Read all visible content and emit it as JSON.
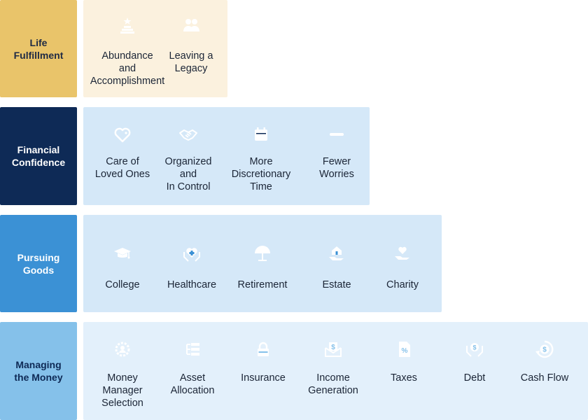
{
  "tiers": [
    {
      "line1": "Life",
      "line2": "Fulfillment"
    },
    {
      "line1": "Financial",
      "line2": "Confidence"
    },
    {
      "line1": "Pursuing",
      "line2": "Goods"
    },
    {
      "line1": "Managing",
      "line2": "the Money"
    }
  ],
  "row1": [
    {
      "icon": "award-podium-icon",
      "lines": [
        "Abundance",
        "and",
        "Accomplishment"
      ]
    },
    {
      "icon": "people-icon",
      "lines": [
        "Leaving a",
        "Legacy"
      ]
    }
  ],
  "row2": [
    {
      "icon": "heart-icon",
      "lines": [
        "Care of",
        "Loved Ones"
      ]
    },
    {
      "icon": "handshake-icon",
      "lines": [
        "Organized",
        "and",
        "In Control"
      ]
    },
    {
      "icon": "calendar-icon",
      "lines": [
        "More",
        "Discretionary",
        "Time"
      ]
    },
    {
      "icon": "minus-icon",
      "lines": [
        "Fewer",
        "Worries"
      ]
    }
  ],
  "row3": [
    {
      "icon": "graduation-cap-icon",
      "lines": [
        "College"
      ]
    },
    {
      "icon": "healthcare-hands-icon",
      "lines": [
        "Healthcare"
      ]
    },
    {
      "icon": "umbrella-icon",
      "lines": [
        "Retirement"
      ]
    },
    {
      "icon": "house-hand-icon",
      "lines": [
        "Estate"
      ]
    },
    {
      "icon": "heart-hand-icon",
      "lines": [
        "Charity"
      ]
    }
  ],
  "row4": [
    {
      "icon": "manager-gear-icon",
      "lines": [
        "Money",
        "Manager",
        "Selection"
      ]
    },
    {
      "icon": "asset-list-icon",
      "lines": [
        "Asset",
        "Allocation"
      ]
    },
    {
      "icon": "lock-icon",
      "lines": [
        "Insurance"
      ]
    },
    {
      "icon": "income-envelope-icon",
      "lines": [
        "Income",
        "Generation"
      ]
    },
    {
      "icon": "tax-document-icon",
      "lines": [
        "Taxes"
      ]
    },
    {
      "icon": "debt-hand-coin-icon",
      "lines": [
        "Debt"
      ]
    },
    {
      "icon": "cash-flow-icon",
      "lines": [
        "Cash Flow"
      ]
    }
  ],
  "colors": {
    "gold": "#e9c46a",
    "navy": "#0e2a56",
    "blue": "#3b91d5",
    "light_blue": "#85c1ea"
  }
}
